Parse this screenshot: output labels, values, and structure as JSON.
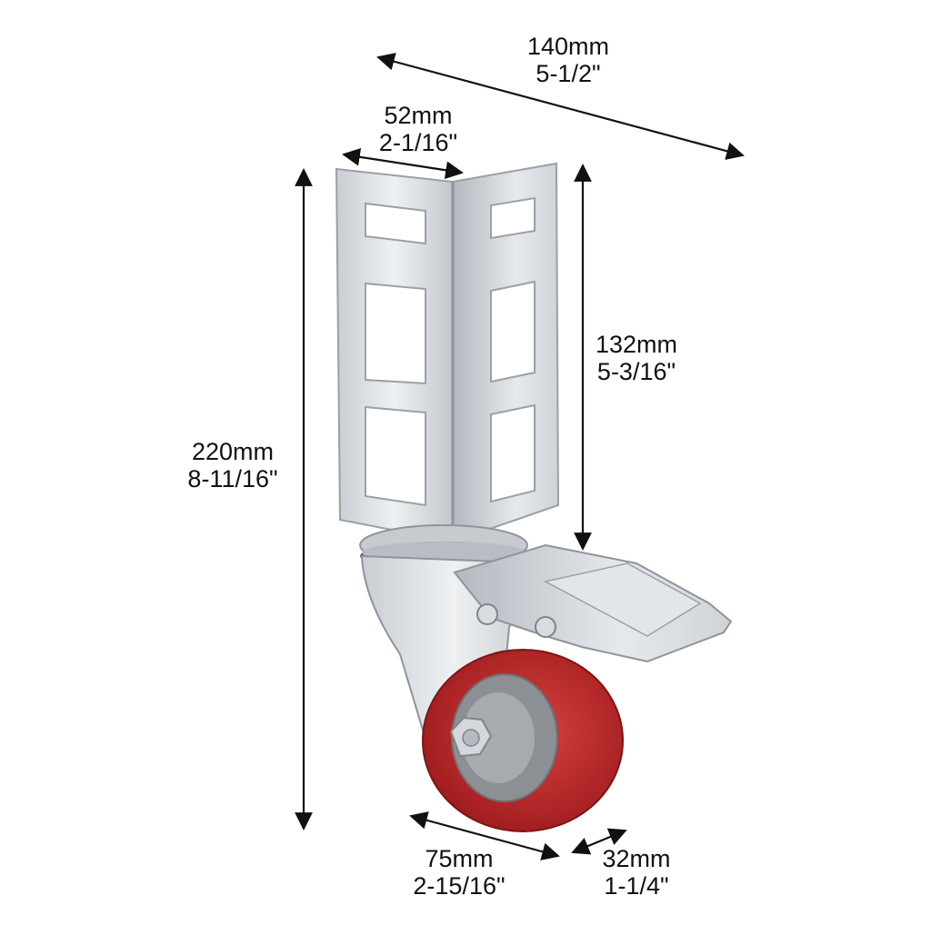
{
  "dimensions": {
    "overall_width": {
      "metric": "140mm",
      "imperial": "5-1/2\""
    },
    "bracket_width": {
      "metric": "52mm",
      "imperial": "2-1/16\""
    },
    "bracket_height": {
      "metric": "132mm",
      "imperial": "5-3/16\""
    },
    "overall_height": {
      "metric": "220mm",
      "imperial": "8-11/16\""
    },
    "wheel_diameter": {
      "metric": "75mm",
      "imperial": "2-15/16\""
    },
    "wheel_width": {
      "metric": "32mm",
      "imperial": "1-1/4\""
    }
  },
  "colors": {
    "background": "#ffffff",
    "steel": "#d9dde2",
    "steel_dark": "#a9aeb5",
    "wheel_red": "#c0282a",
    "wheel_gray": "#8c8f93",
    "arrow": "#111111"
  }
}
